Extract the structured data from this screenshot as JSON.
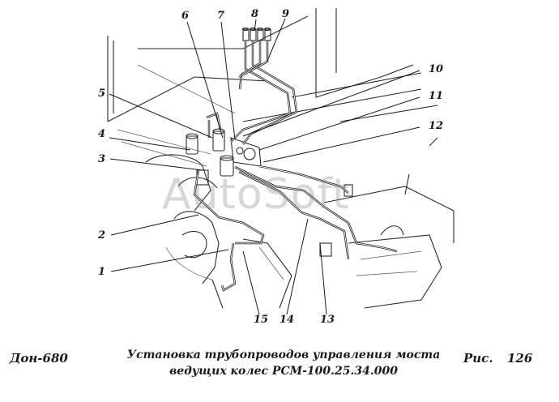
{
  "callouts": [
    {
      "id": "c1",
      "label": "1"
    },
    {
      "id": "c2",
      "label": "2"
    },
    {
      "id": "c3",
      "label": "3"
    },
    {
      "id": "c4",
      "label": "4"
    },
    {
      "id": "c5",
      "label": "5"
    },
    {
      "id": "c6",
      "label": "6"
    },
    {
      "id": "c7",
      "label": "7"
    },
    {
      "id": "c8",
      "label": "8"
    },
    {
      "id": "c9",
      "label": "9"
    },
    {
      "id": "c10",
      "label": "10"
    },
    {
      "id": "c11",
      "label": "11"
    },
    {
      "id": "c12",
      "label": "12"
    },
    {
      "id": "c13",
      "label": "13"
    },
    {
      "id": "c14",
      "label": "14"
    },
    {
      "id": "c15",
      "label": "15"
    }
  ],
  "watermark": "AutoSoft",
  "caption": {
    "model": "Дон-680",
    "title_line1": "Установка трубопроводов управления моста",
    "title_line2": "ведущих колес РСМ-100.25.34.000",
    "figure_label": "Рис.",
    "figure_number": "126"
  }
}
